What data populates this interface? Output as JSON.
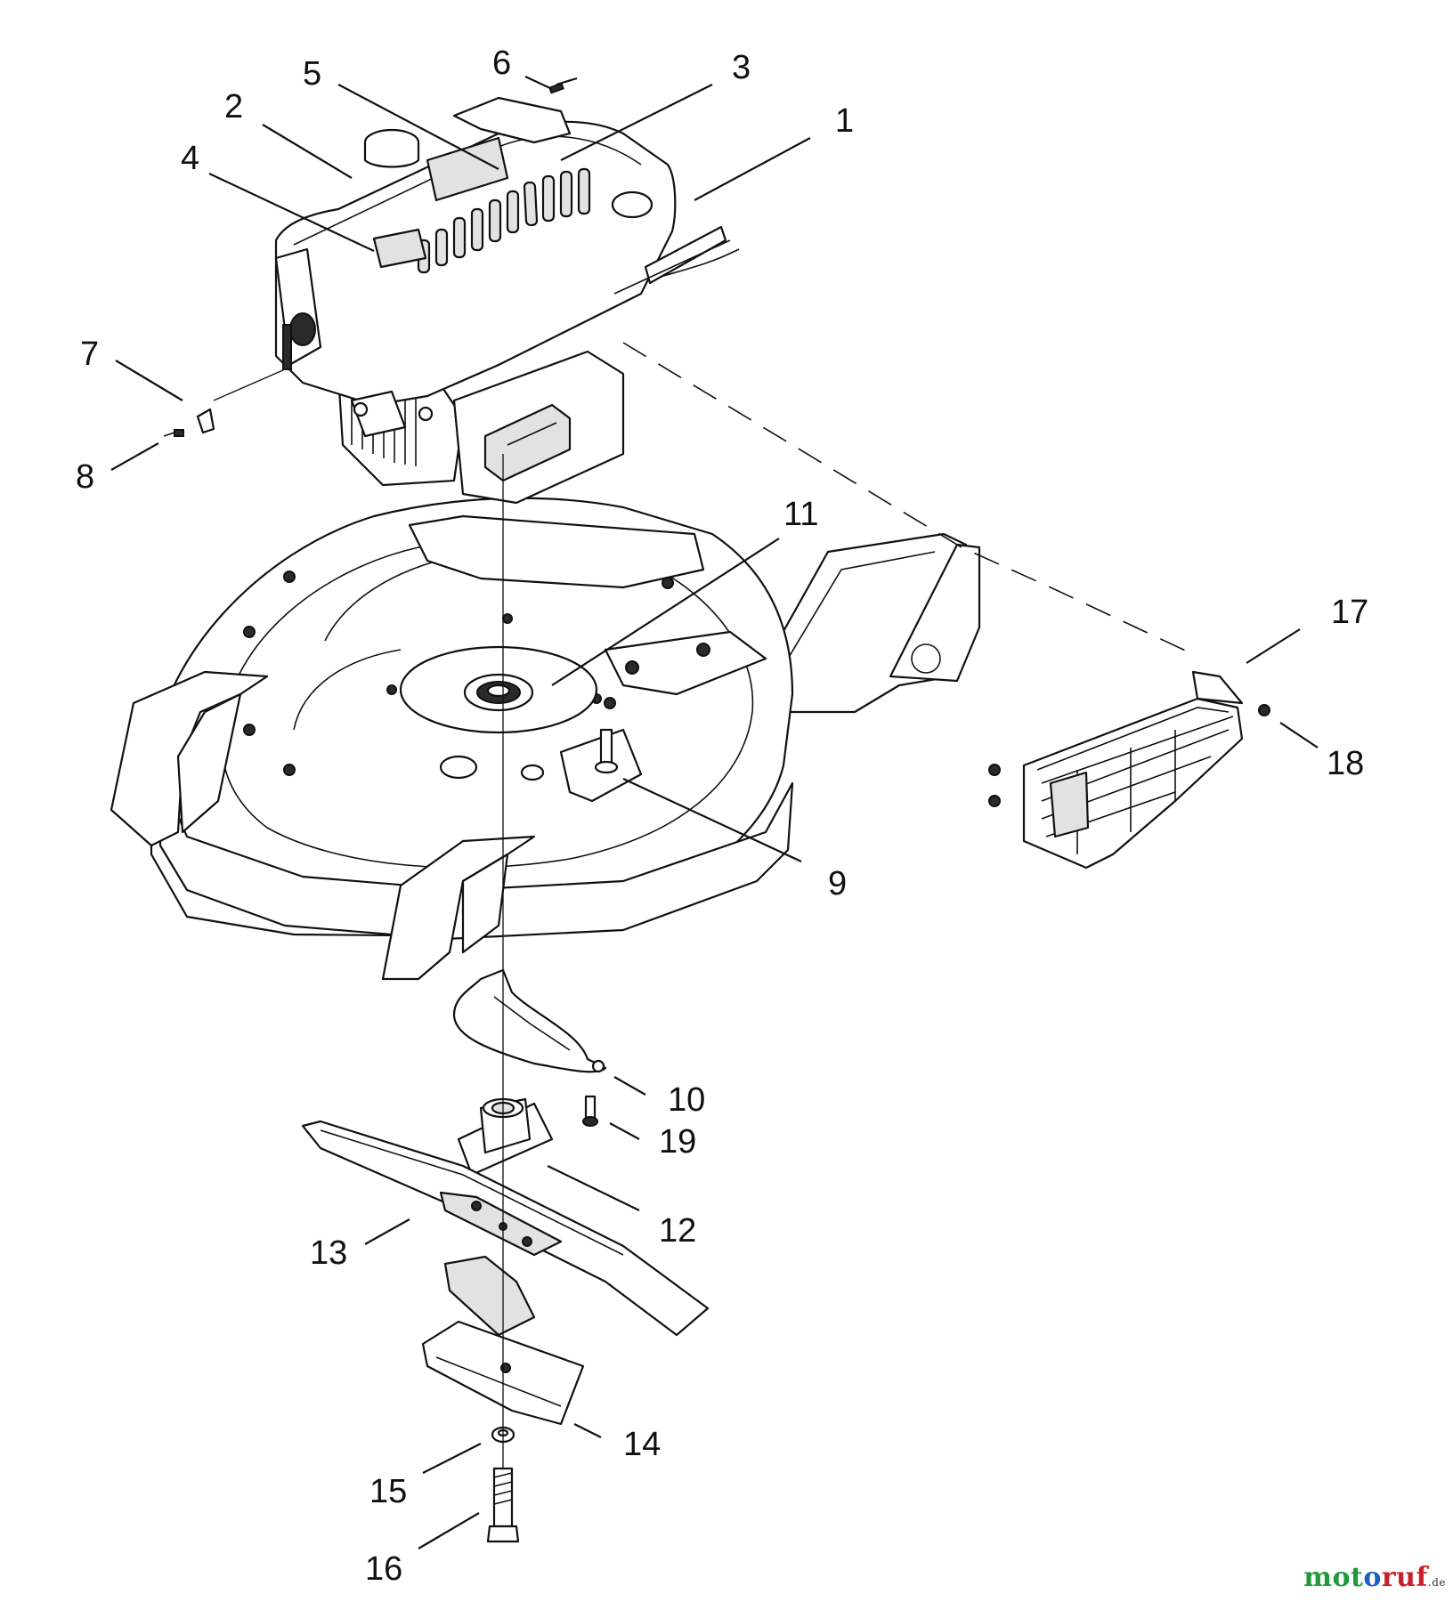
{
  "diagram": {
    "callouts": [
      "1",
      "2",
      "3",
      "4",
      "5",
      "6",
      "7",
      "8",
      "9",
      "10",
      "11",
      "12",
      "13",
      "14",
      "15",
      "16",
      "17",
      "18",
      "19"
    ]
  },
  "watermark": {
    "part_a": "mot",
    "part_b": "o",
    "part_c": "ruf",
    "tld": ".de",
    "colors": {
      "green": "#1f9a3a",
      "blue": "#1d5fc4",
      "red": "#c8202a"
    }
  }
}
